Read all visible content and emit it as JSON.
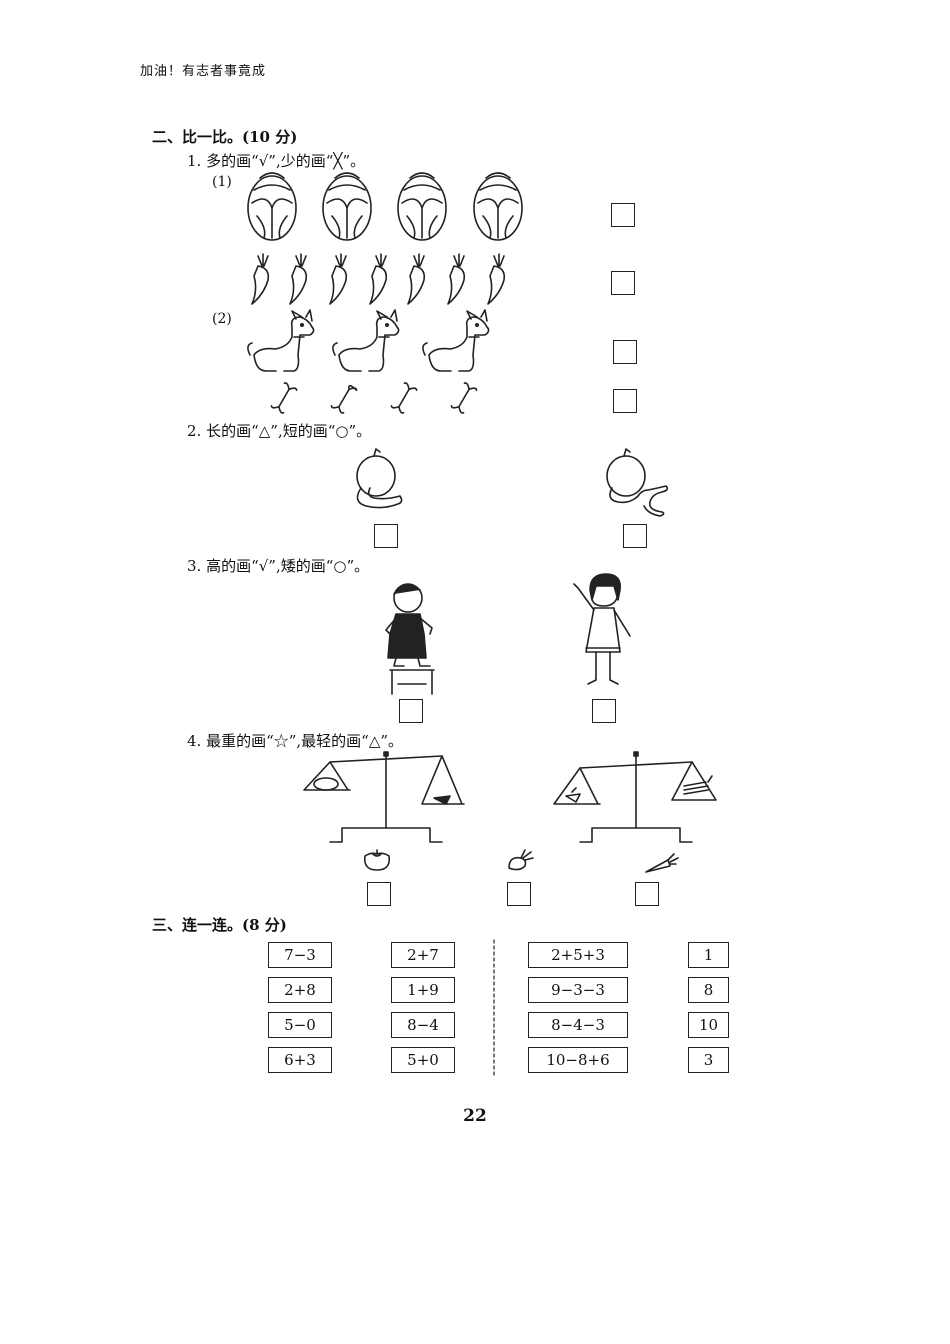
{
  "header": {
    "motto": "加油！有志者事竟成"
  },
  "section2": {
    "title": "二、比一比。(10 分)",
    "q1": {
      "label": "1. 多的画“√”,少的画“╳”。",
      "sub1": "(1)",
      "sub2": "(2)"
    },
    "q2": {
      "label": "2. 长的画“△”,短的画“○”。"
    },
    "q3": {
      "label": "3. 高的画“√”,矮的画“○”。"
    },
    "q4": {
      "label": "4. 最重的画“☆”,最轻的画“△”。"
    }
  },
  "section3": {
    "title": "三、连一连。(8 分)",
    "col1": [
      "7−3",
      "2+8",
      "5−0",
      "6+3"
    ],
    "col2": [
      "2+7",
      "1+9",
      "8−4",
      "5+0"
    ],
    "col3": [
      "2+5+3",
      "9−3−3",
      "8−4−3",
      "10−8+6"
    ],
    "col4": [
      "1",
      "8",
      "10",
      "3"
    ]
  },
  "footer": {
    "page_number": "22"
  }
}
